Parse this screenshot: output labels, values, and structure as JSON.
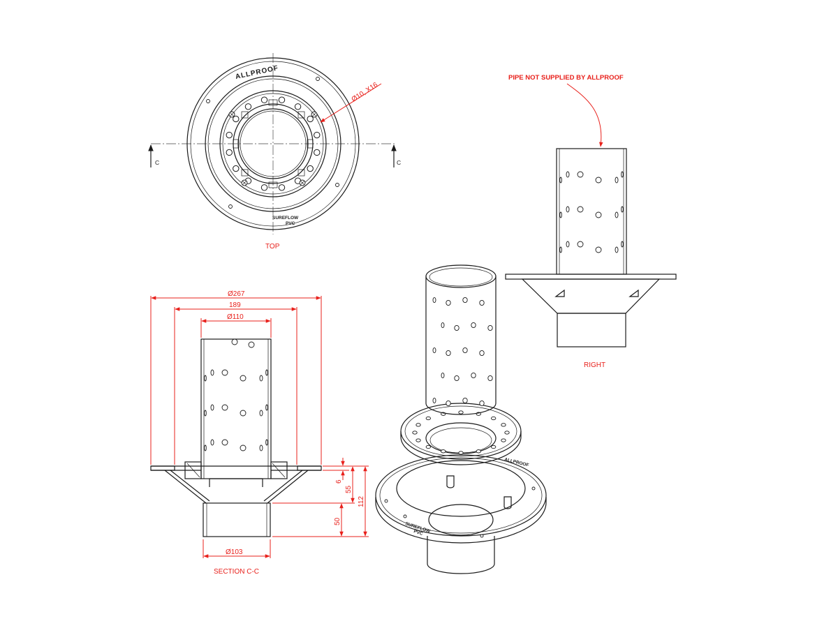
{
  "colors": {
    "dimension": "#e8201b",
    "linework": "#1a1a1a",
    "background": "#ffffff"
  },
  "views": {
    "top": {
      "label": "TOP",
      "section_marker_left": "C",
      "section_marker_right": "C",
      "hole_callout": "Ø10, X16",
      "logo": "ALLPROOF",
      "product_mark": "SUREFLOW",
      "product_sub": "PVC"
    },
    "right": {
      "label": "RIGHT",
      "note": "PIPE NOT SUPPLIED BY ALLPROOF"
    },
    "section": {
      "label": "SECTION C-C",
      "dimensions": {
        "flange_diameter": "Ø267",
        "ring_width": "189",
        "pipe_diameter": "Ø110",
        "outlet_diameter": "Ø103",
        "flange_thickness": "6",
        "cone_height": "55",
        "outlet_height": "50",
        "total_height": "112"
      }
    },
    "isometric": {
      "product_mark": "SUREFLOW",
      "product_sub": "PVC",
      "logo": "ALLPROOF"
    }
  }
}
